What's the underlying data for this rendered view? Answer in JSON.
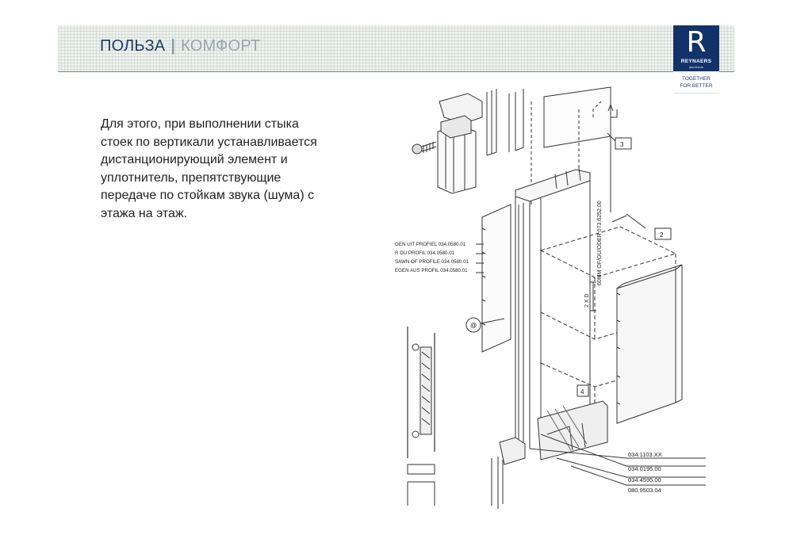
{
  "header": {
    "title_primary": "ПОЛЬЗА",
    "separator": "|",
    "title_secondary": "КОМФОРТ"
  },
  "logo": {
    "mark": "R",
    "name": "REYNAERS",
    "sub": "aluminium",
    "tagline_line1": "TOGETHER",
    "tagline_line2": "FOR BETTER",
    "color": "#12336a"
  },
  "body": {
    "lines": [
      "Для этого, при выполнении стыка",
      "стоек по вертикали устанавливается",
      "дистанционирующий элемент и",
      "уплотнитель, препятствующие",
      "передаче по стойкам звука (шума) с",
      "этажа на этаж."
    ]
  },
  "drawing": {
    "callouts": [
      "3",
      "2",
      "4"
    ],
    "circle_label": "@",
    "dimension_vertical": "60MM OF/OU/ODER 073.6252.00",
    "dimension_gap": "2 X D",
    "profile_notes": [
      "GEN UIT PROFIEL 034.0580.01",
      "R DU PROFIL 034.0580.01",
      "SAWN OF PROFILE 034.0580.01",
      "EGEN AUS PROFIL 034.0580.01"
    ],
    "part_numbers": [
      "034.1103.XX",
      "034.0195.00",
      "034.4595.00",
      "080.9503.04"
    ]
  }
}
